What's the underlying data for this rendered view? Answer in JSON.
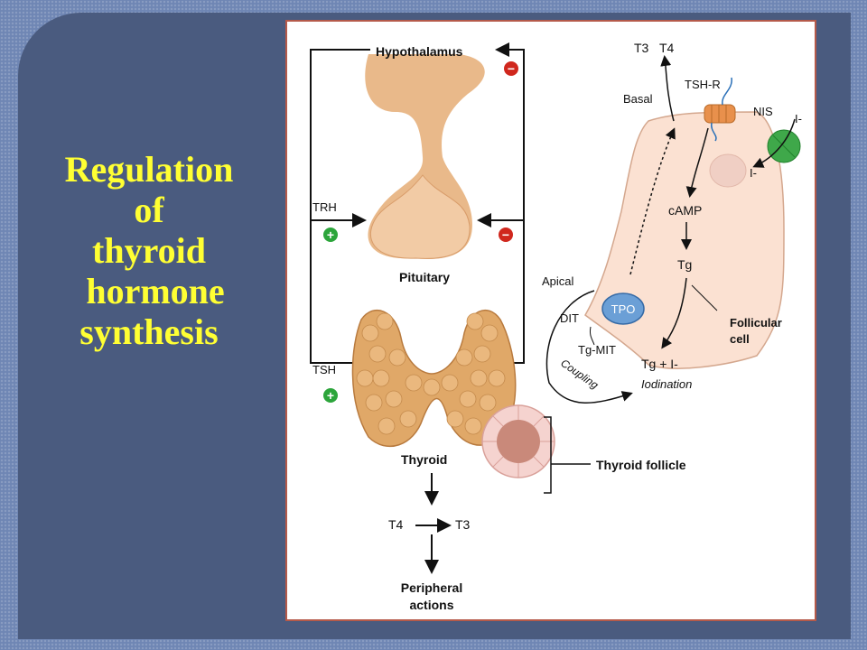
{
  "slide": {
    "title_lines": [
      "Regulation",
      "of",
      "thyroid",
      "hormone",
      "synthesis"
    ],
    "colors": {
      "background": "#4a5b7f",
      "title": "#ffff33",
      "frame_border": "#b55a4a"
    }
  },
  "diagram": {
    "hypothalamus": "Hypothalamus",
    "trh": "TRH",
    "pituitary": "Pituitary",
    "tsh": "TSH",
    "thyroid": "Thyroid",
    "t4": "T4",
    "t3": "T3",
    "peripheral_1": "Peripheral",
    "peripheral_2": "actions",
    "thyroid_follicle": "Thyroid follicle",
    "plus": "+",
    "minus": "−",
    "cell": {
      "t3_top": "T3",
      "t4_top": "T4",
      "basal": "Basal",
      "tsh_r": "TSH-R",
      "nis": "NIS",
      "iodide_out": "I-",
      "iodide_in": "I-",
      "camp": "cAMP",
      "tg_mid": "Tg",
      "apical": "Apical",
      "tpo": "TPO",
      "dit": "DIT",
      "tg_mit": "Tg-MIT",
      "tg_plus_i": "Tg  +  I-",
      "coupling": "Coupling",
      "iodination": "Iodination",
      "follicular_1": "Follicular",
      "follicular_2": "cell"
    }
  }
}
